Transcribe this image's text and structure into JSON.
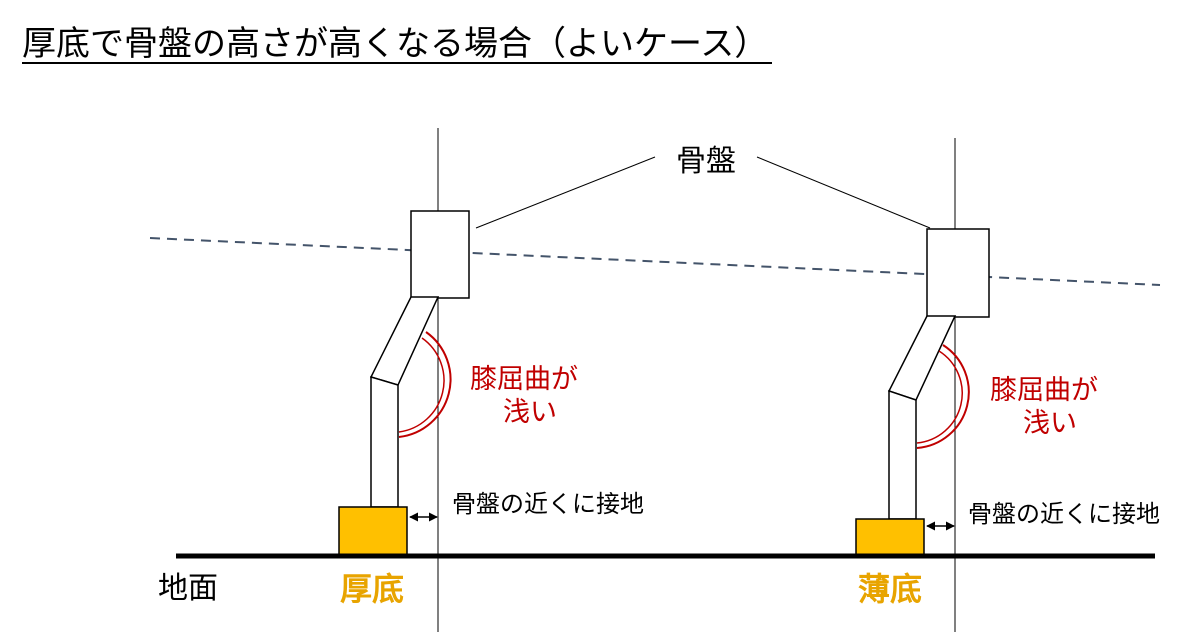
{
  "title": "厚底で骨盤の高さが高くなる場合（よいケース）",
  "pelvis_label": "骨盤",
  "ground_label": "地面",
  "left": {
    "knee_label_line1": "膝屈曲が",
    "knee_label_line2": "浅い",
    "contact_label": "骨盤の近くに接地",
    "sole_label": "厚底"
  },
  "right": {
    "knee_label_line1": "膝屈曲が",
    "knee_label_line2": "浅い",
    "contact_label": "骨盤の近くに接地",
    "sole_label": "薄底"
  },
  "colors": {
    "sole_fill": "#ffc000",
    "sole_text": "#e8a400",
    "knee_arc": "#c00000",
    "dashed_line": "#44546a"
  }
}
